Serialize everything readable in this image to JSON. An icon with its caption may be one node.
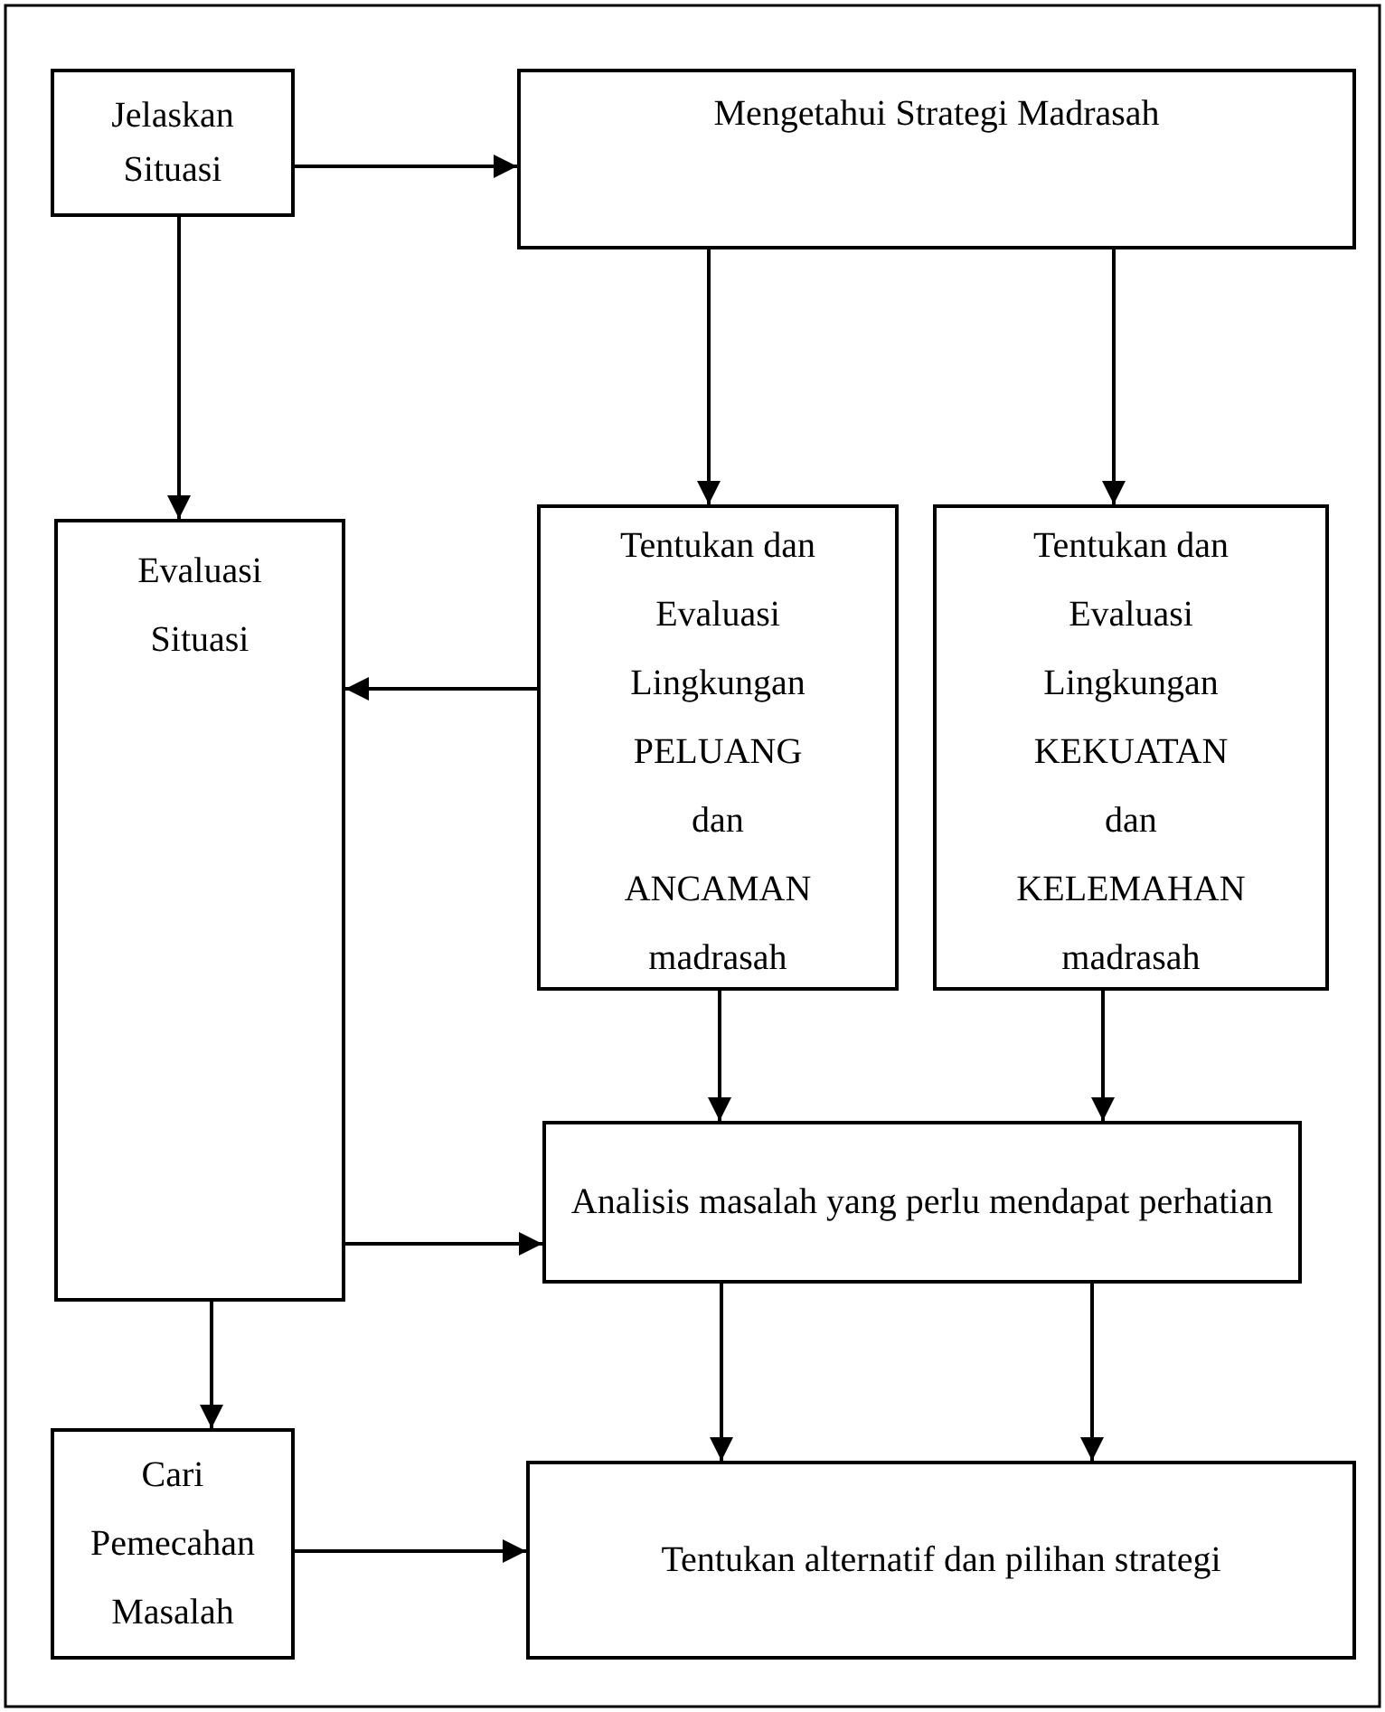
{
  "diagram": {
    "nodes": [
      {
        "text": [
          "Jelaskan Situasi"
        ]
      },
      {
        "text": [
          "Mengetahui Strategi Madrasah"
        ]
      },
      {
        "text": [
          "Evaluasi Situasi"
        ]
      },
      {
        "text": [
          "Tentukan dan Evaluasi Lingkungan PELUANG dan ANCAMAN madrasah"
        ]
      },
      {
        "text": [
          "Tentukan dan Evaluasi Lingkungan KEKUATAN dan KELEMAHAN madrasah"
        ]
      },
      {
        "text": [
          "Analisis masalah yang perlu mendapat perhatian"
        ]
      },
      {
        "text": [
          "Cari Pemecahan Masalah"
        ]
      },
      {
        "text": [
          "Tentukan alternatif dan pilihan strategi"
        ]
      }
    ],
    "edges": [
      {
        "from": 0,
        "to": 1,
        "arrow": "to"
      },
      {
        "from": 0,
        "to": 2,
        "arrow": "to"
      },
      {
        "from": 1,
        "to": 3,
        "arrow": "to"
      },
      {
        "from": 1,
        "to": 4,
        "arrow": "to"
      },
      {
        "from": 3,
        "to": 2,
        "arrow": "to"
      },
      {
        "from": 3,
        "to": 5,
        "arrow": "to"
      },
      {
        "from": 4,
        "to": 5,
        "arrow": "to"
      },
      {
        "from": 2,
        "to": 5,
        "arrow": "to"
      },
      {
        "from": 2,
        "to": 6,
        "arrow": "to"
      },
      {
        "from": 5,
        "to": 7,
        "arrow": "to"
      },
      {
        "from": 5,
        "to": 7,
        "arrow": "to"
      },
      {
        "from": 6,
        "to": 7,
        "arrow": "to"
      }
    ]
  }
}
